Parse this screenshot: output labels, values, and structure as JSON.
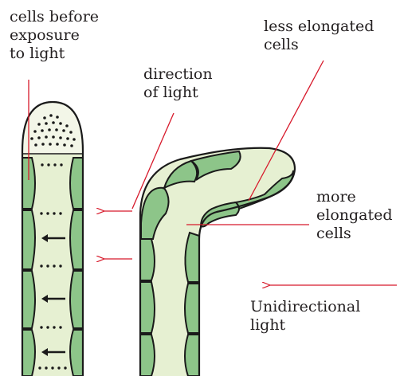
{
  "labels": {
    "cells_before": [
      "cells before",
      "exposure",
      "to light"
    ],
    "direction": [
      "direction",
      "of light"
    ],
    "less_elongated": [
      "less elongated",
      "cells"
    ],
    "more_elongated": [
      "more",
      "elongated",
      "cells"
    ],
    "unidirectional": [
      "Unidirectional",
      "light"
    ]
  },
  "colors": {
    "cell_fill": "#8dc589",
    "tissue_fill": "#e6f0d2",
    "outline": "#1a1a1a",
    "pointer": "#d7192b",
    "text": "#231f20"
  }
}
